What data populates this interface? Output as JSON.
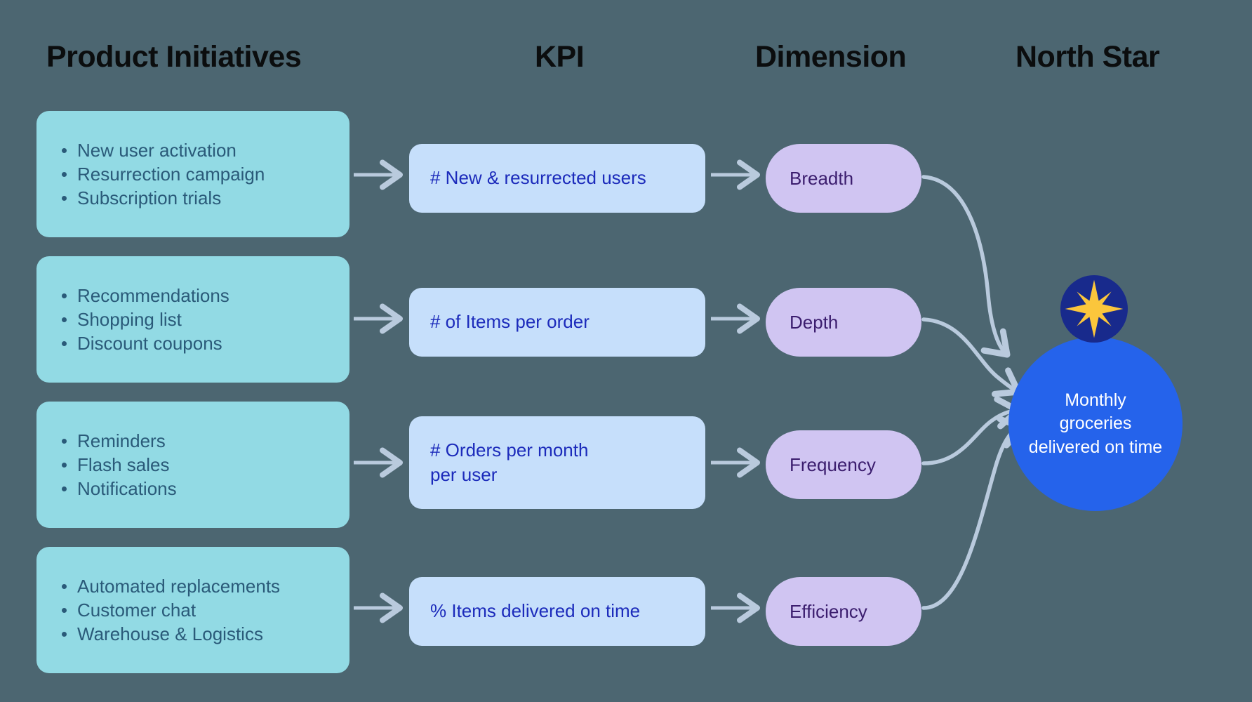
{
  "background_color": "#4c6671",
  "headers": {
    "initiatives": "Product Initiatives",
    "kpi": "KPI",
    "dimension": "Dimension",
    "north_star": "North Star"
  },
  "colors": {
    "initiative_card": "#92dae4",
    "initiative_text": "#2a5a79",
    "kpi_card": "#c6dffb",
    "kpi_text": "#1c2bbb",
    "dimension_pill": "#d0c5f2",
    "dimension_text": "#3b1d6e",
    "north_star_circle": "#2563eb",
    "north_star_badge": "#182a8c",
    "star_glyph": "#fbc63c",
    "arrow": "#b9cadd",
    "header_text": "#0b0d0e"
  },
  "rows": [
    {
      "initiatives": [
        "New user activation",
        "Resurrection campaign",
        "Subscription trials"
      ],
      "kpi": "# New & resurrected users",
      "dimension": "Breadth"
    },
    {
      "initiatives": [
        "Recommendations",
        "Shopping list",
        "Discount coupons"
      ],
      "kpi": "# of Items per order",
      "dimension": "Depth"
    },
    {
      "initiatives": [
        "Reminders",
        "Flash sales",
        "Notifications"
      ],
      "kpi": "# Orders per month\nper user",
      "dimension": "Frequency"
    },
    {
      "initiatives": [
        "Automated replacements",
        "Customer chat",
        "Warehouse & Logistics"
      ],
      "kpi": "% Items delivered on time",
      "dimension": "Efficiency"
    }
  ],
  "north_star": {
    "label": "Monthly groceries delivered on time",
    "badge_icon": "eight-point-star-icon"
  },
  "icons": {
    "arrow": "arrow-right-icon",
    "curved_arrow": "curved-arrow-right-icon",
    "bullet": "bullet-dot-icon"
  }
}
